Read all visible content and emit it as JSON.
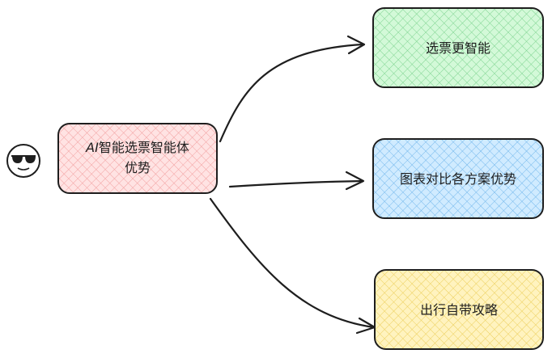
{
  "colors": {
    "stroke": "#1e1e1e",
    "center_fill": "#ffc9c9",
    "top_fill": "#b2f2bb",
    "middle_fill": "#a5d8ff",
    "bottom_fill": "#ffec99",
    "hatch_pink": "#f08a8a",
    "hatch_green": "#66c97a",
    "hatch_blue": "#5aa9e6",
    "hatch_yellow": "#e6c84a"
  },
  "icon": {
    "name": "sunglasses-face-icon"
  },
  "center_node": {
    "line1_ai": "AI",
    "line1_rest": "智能选票智能体",
    "line2": "优势"
  },
  "branches": [
    {
      "label": "选票更智能"
    },
    {
      "label": "图表对比各方案优势"
    },
    {
      "label": "出行自带攻略"
    }
  ]
}
